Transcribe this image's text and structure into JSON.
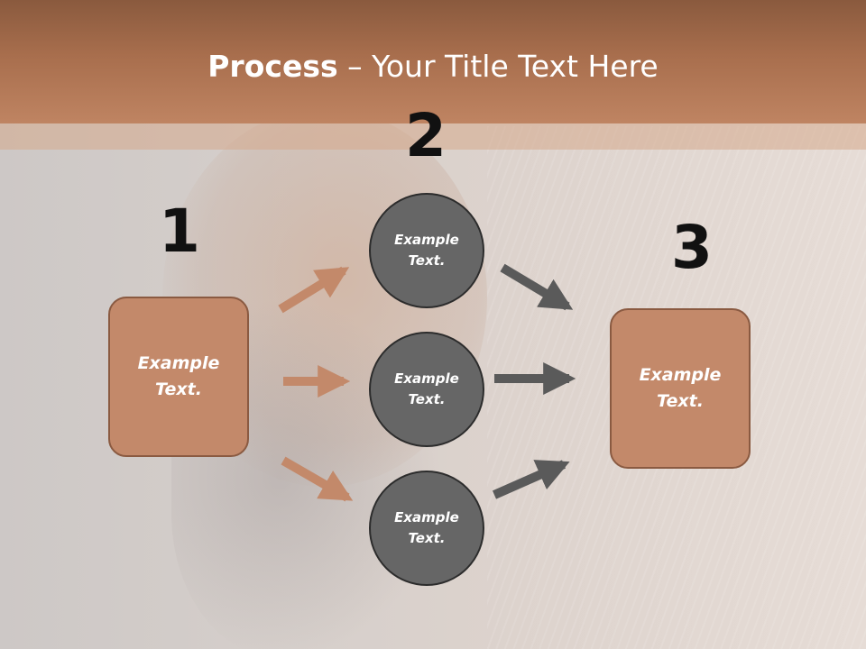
{
  "slide": {
    "title_bold": "Process",
    "title_rest": " – Your Title Text Here"
  },
  "steps": {
    "one": "1",
    "two": "2",
    "three": "3"
  },
  "nodes": {
    "left_box": "Example Text.",
    "circle_top": "Example Text.",
    "circle_middle": "Example Text.",
    "circle_bottom": "Example Text.",
    "right_box": "Example Text."
  },
  "colors": {
    "accent": "#c3896a",
    "circle_fill": "#666666",
    "arrow_light": "#c3896a",
    "arrow_dark": "#5a5a5a"
  }
}
